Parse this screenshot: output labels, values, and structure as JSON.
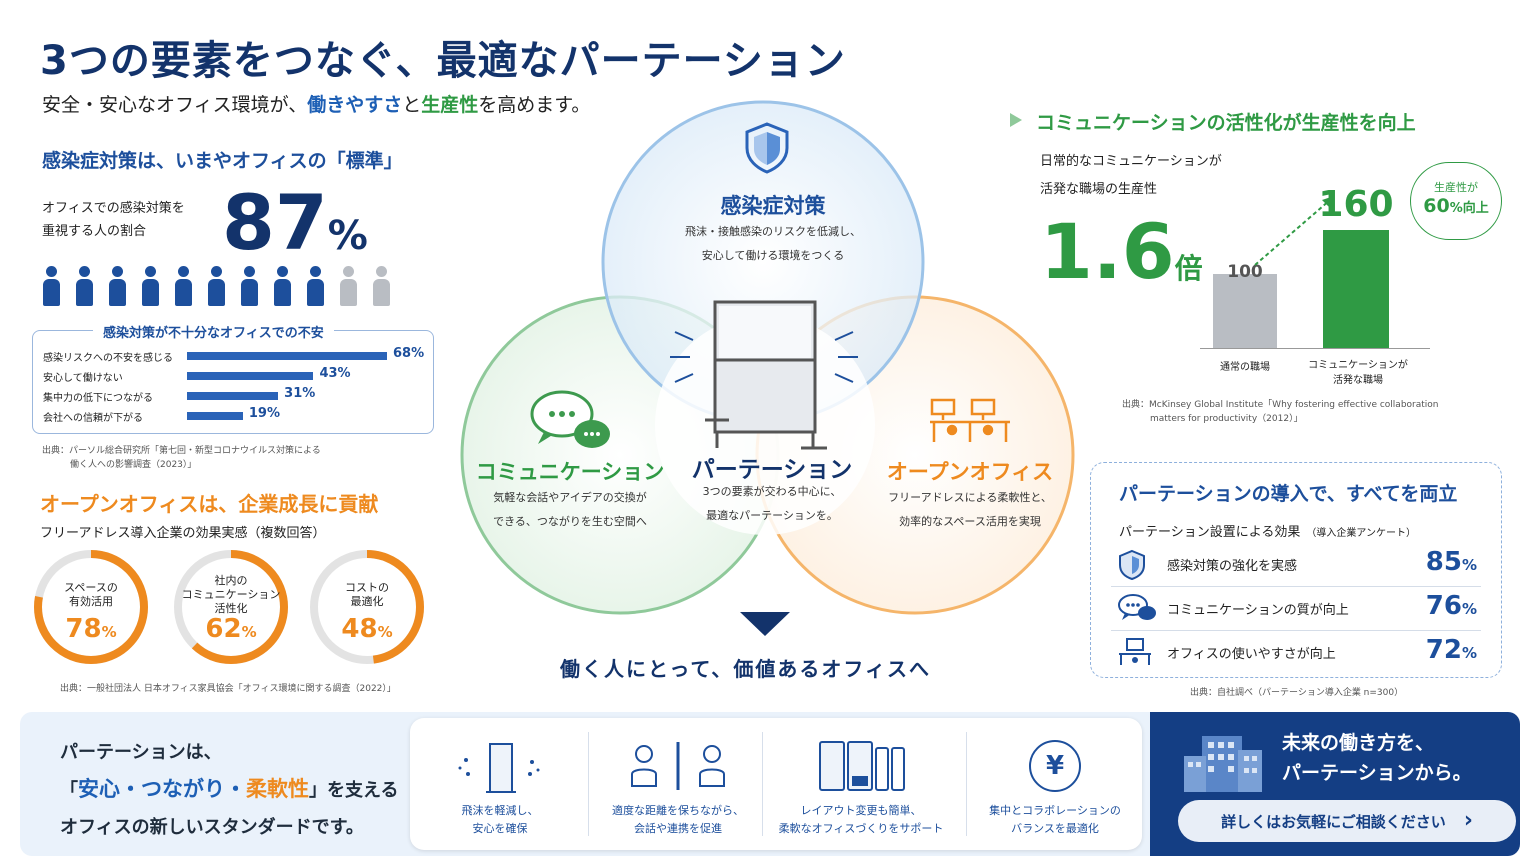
{
  "header": {
    "title": "3つの要素をつなぐ、最適なパーテーション",
    "subtitle_pre": "安全・安心なオフィス環境が、",
    "subtitle_b": "働きやすさ",
    "subtitle_mid": "と",
    "subtitle_g": "生産性",
    "subtitle_post": "を高めます。"
  },
  "infection": {
    "heading": "感染症対策は、いまやオフィスの「標準」",
    "stat_label_1": "オフィスでの感染対策を",
    "stat_label_2": "重視する人の割合",
    "stat_value": "87",
    "stat_unit": "%",
    "people_total": 11,
    "people_highlighted": 9,
    "anxiety": {
      "title": "感染対策が不十分なオフィスでの不安",
      "rows": [
        {
          "label": "感染リスクへの不安を感じる",
          "value": 68,
          "text": "68%"
        },
        {
          "label": "安心して働けない",
          "value": 43,
          "text": "43%"
        },
        {
          "label": "集中力の低下につながる",
          "value": 31,
          "text": "31%"
        },
        {
          "label": "会社への信頼が下がる",
          "value": 19,
          "text": "19%"
        }
      ]
    },
    "source_1": "出典：パーソル総合研究所「第七回・新型コロナウイルス対策による",
    "source_2": "働く人への影響調査（2023）」"
  },
  "openoffice": {
    "heading": "オープンオフィスは、企業成長に貢献",
    "sub": "フリーアドレス導入企業の効果実感（複数回答）",
    "rings": [
      {
        "l1": "スペースの",
        "l2": "有効活用",
        "l3": "",
        "value": 78,
        "text": "78"
      },
      {
        "l1": "社内の",
        "l2": "コミュニケーション",
        "l3": "活性化",
        "value": 62,
        "text": "62"
      },
      {
        "l1": "コストの",
        "l2": "最適化",
        "l3": "",
        "value": 48,
        "text": "48"
      }
    ],
    "pct": "%",
    "source": "出典：一般社団法人 日本オフィス家具協会「オフィス環境に関する調査（2022）」"
  },
  "venn": {
    "top_title": "感染症対策",
    "top_d1": "飛沫・接触感染のリスクを低減し、",
    "top_d2": "安心して働ける環境をつくる",
    "left_title": "コミュニケーション",
    "left_d1": "気軽な会話やアイデアの交換が",
    "left_d2": "できる、つながりを生む空間へ",
    "right_title": "オープンオフィス",
    "right_d1": "フリーアドレスによる柔軟性と、",
    "right_d2": "効率的なスペース活用を実現",
    "center_title": "パーテーション",
    "center_d1": "3つの要素が交わる中心に、",
    "center_d2": "最適なパーテーションを。",
    "bottom": "働く人にとって、価値あるオフィスへ",
    "colors": {
      "blue": "#9cc3e8",
      "green": "#8fc99a",
      "orange": "#f5b56a"
    }
  },
  "communication": {
    "heading": "コミュニケーションの活性化が生産性を向上",
    "desc_1": "日常的なコミュニケーションが",
    "desc_2": "活発な職場の生産性",
    "multiplier": "1.6",
    "multiplier_unit": "倍",
    "badge_1": "生産性が",
    "badge_2": "60",
    "badge_3": "%向上",
    "source_1": "出典：McKinsey Global Institute「Why fostering effective collaboration",
    "source_2": "matters for productivity（2012）」"
  },
  "chart_data": {
    "type": "bar",
    "categories": [
      "通常の職場",
      "コミュニケーションが活発な職場"
    ],
    "values": [
      100,
      160
    ],
    "cat_line2": "活発な職場",
    "cat2_line1": "コミュニケーションが",
    "labels": [
      "100",
      "160"
    ]
  },
  "benefits": {
    "heading": "パーテーションの導入で、すべてを両立",
    "sub": "パーテーション設置による効果",
    "sub_small": "（導入企業アンケート）",
    "rows": [
      {
        "icon": "shield-icon",
        "label": "感染対策の強化を実感",
        "value": "85"
      },
      {
        "icon": "chat-icon",
        "label": "コミュニケーションの質が向上",
        "value": "76"
      },
      {
        "icon": "desk-icon",
        "label": "オフィスの使いやすさが向上",
        "value": "72"
      }
    ],
    "pct": "%",
    "source": "出典：自社調べ（パーテーション導入企業 n=300）"
  },
  "footer": {
    "l1": "パーテーションは、",
    "l2_open": "「",
    "l2_b": "安心・つながり",
    "l2_dot": "・",
    "l2_o": "柔軟性",
    "l2_close": "」を支える",
    "l3": "オフィスの新しいスタンダードです。",
    "cards": [
      {
        "c1": "飛沫を軽減し、",
        "c2": "安心を確保"
      },
      {
        "c1": "適度な距離を保ちながら、",
        "c2": "会話や連携を促進"
      },
      {
        "c1": "レイアウト変更も簡単、",
        "c2": "柔軟なオフィスづくりをサポート"
      },
      {
        "c1": "集中とコラボレーションの",
        "c2": "バランスを最適化"
      }
    ],
    "yen": "¥",
    "cta_title_1": "未来の働き方を、",
    "cta_title_2": "パーテーションから。",
    "cta_button": "詳しくはお気軽にご相談ください",
    "cta_arrow": "›"
  }
}
